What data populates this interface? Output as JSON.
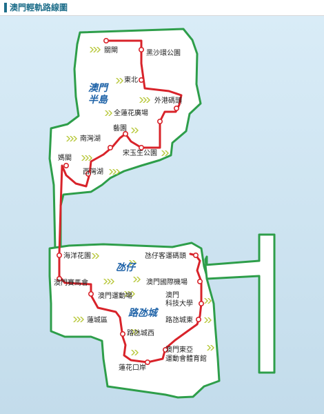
{
  "header": {
    "title": "澳門輕軌路線圖"
  },
  "map": {
    "areas": {
      "macau_line1": "澳門",
      "macau_line2": "半島",
      "taipa": "氹仔",
      "cotai": "路氹城"
    },
    "stations": [
      "關閘",
      "黑沙環公園",
      "東北",
      "外港碼頭",
      "全蓮花廣場",
      "藝園",
      "南灣湖",
      "宋玉生公園",
      "媽閣",
      "西灣湖",
      "海洋花園",
      "氹仔客運碼頭",
      "澳門賽馬會",
      "澳門國際機場",
      "澳門運動場",
      "澳門",
      "科技大學",
      "蓮城區",
      "路氹城東",
      "路氹城西",
      "澳門東亞",
      "運動會體育館",
      "蓮花口岸"
    ],
    "colors": {
      "sea": "#cfe4f1",
      "land": "#ffffff",
      "coast": "#2e9e4a",
      "route": "#d8232a",
      "chevron": "#b8c83a",
      "area_label": "#1f63a8"
    }
  }
}
